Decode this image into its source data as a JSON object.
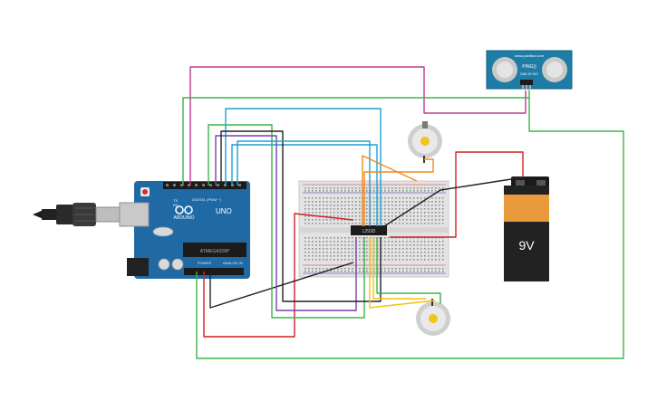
{
  "arduino": {
    "brand_label": "ARDUINO",
    "model_label": "UNO",
    "digital_label": "DIGITAL (PWM ~)",
    "power_label": "POWER",
    "analog_label": "ANALOG IN",
    "chip_label": "ATMEGA328P",
    "tx_label": "TX",
    "rx_label": "RX"
  },
  "ultrasonic": {
    "model_label": "PING))",
    "header_label": "GND 5V SIG",
    "site_label": "www.parallax.com"
  },
  "ic": {
    "label": "L293D"
  },
  "battery": {
    "label": "9V"
  },
  "colors": {
    "board": "#1f6aa5",
    "breadboard": "#e3e3e3",
    "wire_red": "#d21f1f",
    "wire_green": "#39b54a",
    "wire_magenta": "#c0398e",
    "wire_blue": "#1e9fd6",
    "wire_orange": "#f08b1d",
    "wire_yellow": "#f4c20d",
    "wire_purple": "#7a3fb0",
    "wire_black": "#222222",
    "battery_orange": "#e89a3c",
    "battery_black": "#222222"
  }
}
